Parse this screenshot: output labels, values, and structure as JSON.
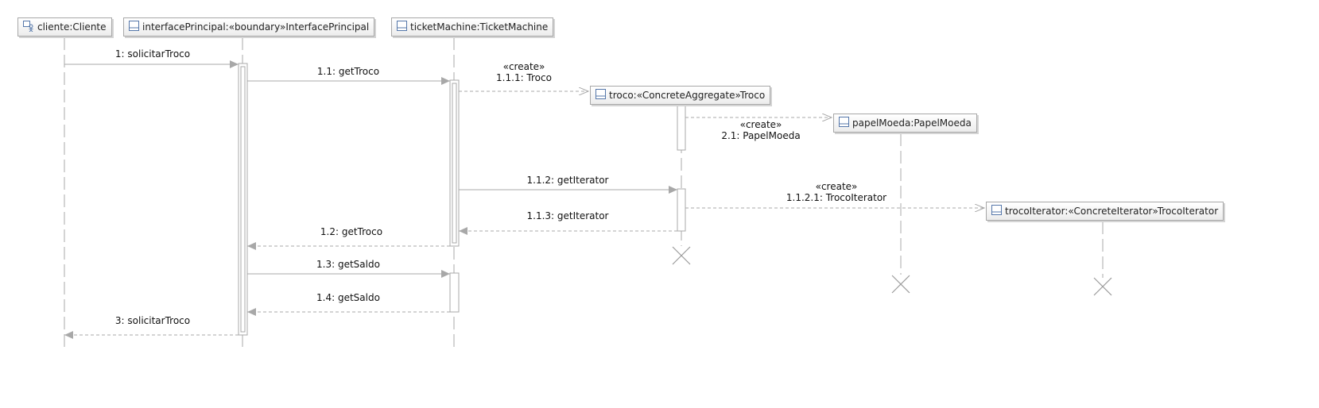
{
  "lifelines": [
    {
      "id": "cliente",
      "label": "cliente:Cliente",
      "icon": "actor-icon"
    },
    {
      "id": "interfacePrincipal",
      "label": "interfacePrincipal:«boundary»InterfacePrincipal",
      "icon": "class-icon"
    },
    {
      "id": "ticketMachine",
      "label": "ticketMachine:TicketMachine",
      "icon": "class-icon"
    },
    {
      "id": "troco",
      "label": "troco:«ConcreteAggregate»Troco",
      "icon": "class-icon"
    },
    {
      "id": "papelMoeda",
      "label": "papelMoeda:PapelMoeda",
      "icon": "class-icon"
    },
    {
      "id": "trocoIterator",
      "label": "trocoIterator:«ConcreteIterator»TrocoIterator",
      "icon": "class-icon"
    }
  ],
  "messages": [
    {
      "id": "m1",
      "text": "1: solicitarTroco",
      "kind": "sync"
    },
    {
      "id": "m11",
      "text": "1.1: getTroco",
      "kind": "sync"
    },
    {
      "id": "m111",
      "stereotype": "«create»",
      "text": "1.1.1: Troco",
      "kind": "create"
    },
    {
      "id": "m21",
      "stereotype": "«create»",
      "text": "2.1: PapelMoeda",
      "kind": "create"
    },
    {
      "id": "m112",
      "text": "1.1.2: getIterator",
      "kind": "sync"
    },
    {
      "id": "m1121",
      "stereotype": "«create»",
      "text": "1.1.2.1: TrocoIterator",
      "kind": "create"
    },
    {
      "id": "m113",
      "text": "1.1.3: getIterator",
      "kind": "reply"
    },
    {
      "id": "m12",
      "text": "1.2: getTroco",
      "kind": "reply"
    },
    {
      "id": "m13",
      "text": "1.3: getSaldo",
      "kind": "sync"
    },
    {
      "id": "m14",
      "text": "1.4: getSaldo",
      "kind": "reply"
    },
    {
      "id": "m3",
      "text": "3: solicitarTroco",
      "kind": "reply"
    }
  ],
  "colors": {
    "line": "#a8a8a8",
    "text": "#111111",
    "boxFill": "#ffffff",
    "icon": "#5577aa"
  }
}
